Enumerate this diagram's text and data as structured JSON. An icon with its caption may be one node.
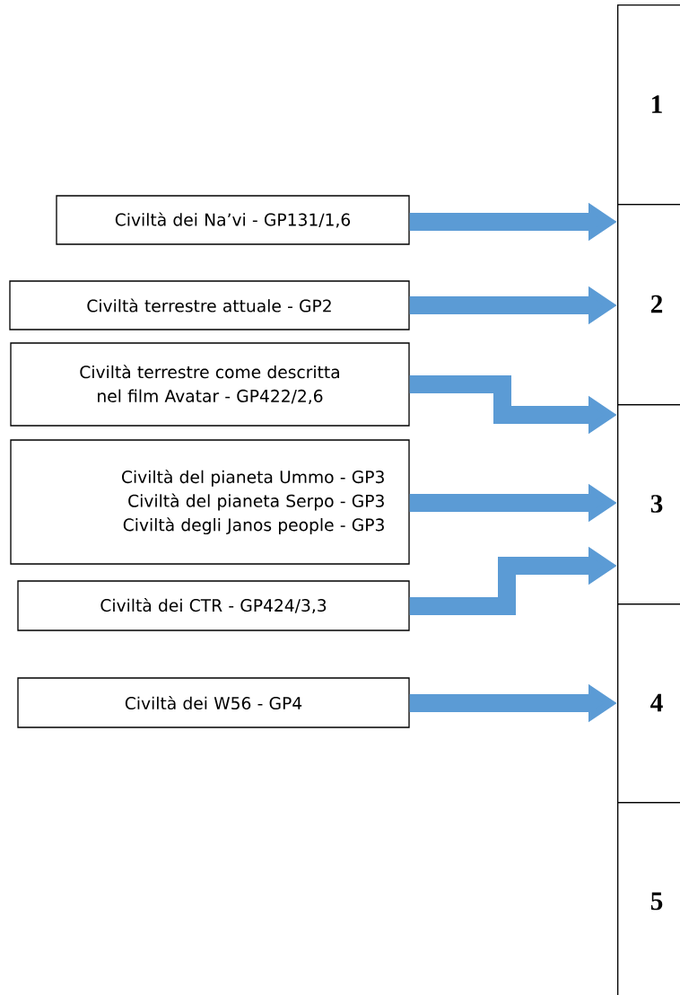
{
  "diagram": {
    "nodes": [
      {
        "text": [
          "1"
        ]
      },
      {
        "text": [
          "2"
        ]
      },
      {
        "text": [
          "3"
        ]
      },
      {
        "text": [
          "4"
        ]
      },
      {
        "text": [
          "5"
        ]
      },
      {
        "text": [
          "Civiltà dei Na’vi - GP131/1,6"
        ]
      },
      {
        "text": [
          "Civiltà terrestre attuale - GP2"
        ]
      },
      {
        "text": [
          "Civiltà terrestre come descritta nel film Avatar - GP422/2,6"
        ]
      },
      {
        "text": [
          "Civiltà del pianeta Ummo  - GP3",
          "Civiltà del pianeta Serpo - GP3",
          "Civiltà degli Janos people - GP3"
        ]
      },
      {
        "text": [
          "Civiltà dei CTR - GP424/3,3"
        ]
      },
      {
        "text": [
          "Civiltà dei W56 - GP4"
        ]
      }
    ],
    "edges": [
      {
        "from": 5,
        "to": 1,
        "arrow": "to"
      },
      {
        "from": 6,
        "to": 1,
        "arrow": "to"
      },
      {
        "from": 7,
        "to": 2,
        "arrow": "to"
      },
      {
        "from": 8,
        "to": 2,
        "arrow": "to"
      },
      {
        "from": 9,
        "to": 2,
        "arrow": "to"
      },
      {
        "from": 10,
        "to": 3,
        "arrow": "to"
      }
    ]
  }
}
